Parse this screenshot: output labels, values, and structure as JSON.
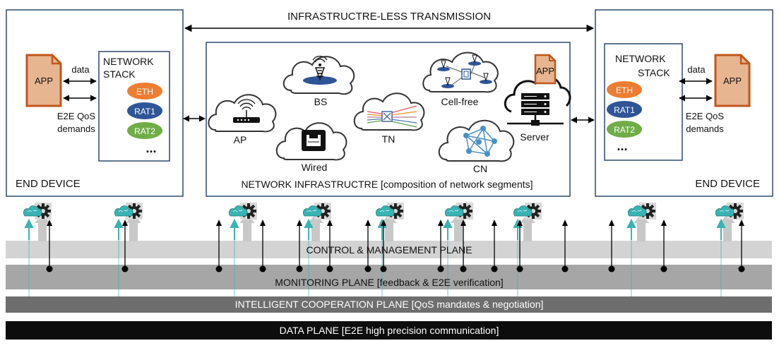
{
  "top_link": "INFRASTRUCTRE-LESS TRANSMISSION",
  "left_device": {
    "label": "END DEVICE",
    "app": "APP",
    "data_label": "data",
    "qos_line1": "E2E QoS",
    "qos_line2": "demands",
    "stack_line1": "NETWORK",
    "stack_line2": "STACK",
    "layers": [
      "ETH",
      "RAT1",
      "RAT2"
    ],
    "more": "..."
  },
  "right_device": {
    "label": "END DEVICE",
    "app": "APP",
    "data_label": "data",
    "qos_line1": "E2E QoS",
    "qos_line2": "demands",
    "stack_line1": "NETWORK",
    "stack_line2": "STACK",
    "layers": [
      "ETH",
      "RAT1",
      "RAT2"
    ],
    "more": "..."
  },
  "infrastructure": {
    "label": "NETWORK INFRASTRUCTRE [composition of network segments]",
    "segments": {
      "bs": "BS",
      "cellfree": "Cell-free",
      "ap": "AP",
      "tn": "TN",
      "wired": "Wired",
      "cn": "CN",
      "server": "Server",
      "server_app": "APP"
    }
  },
  "planes": {
    "control": "CONTROL & MANAGEMENT PLANE",
    "monitoring": "MONITORING PLANE [feedback & E2E verification]",
    "intelligent": "INTELLIGENT COOPERATION PLANE [QoS mandates & negotiation]",
    "data": "DATA PLANE [E2E high precision communication]"
  },
  "colors": {
    "box_border": "#2f4a6e",
    "app_fill": "#e8b591",
    "app_border": "#c0561b",
    "eth": "#ed7d31",
    "rat1": "#2f5597",
    "rat2": "#70ad47",
    "control_plane": "#d3d3d3",
    "monitoring_plane": "#a6a6a6",
    "intelligent_plane": "#6e6e6e",
    "data_plane": "#0d0d0d",
    "ai_brain": "#39b3b3"
  }
}
